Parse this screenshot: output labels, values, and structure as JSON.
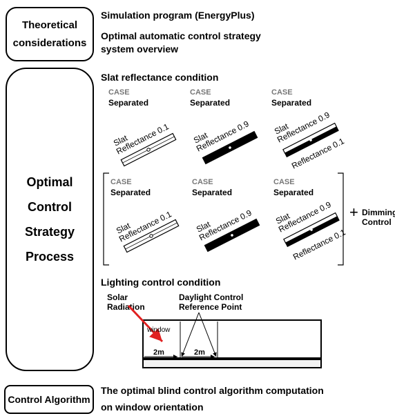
{
  "left_boxes": {
    "theoretical": [
      "Theoretical",
      "considerations"
    ],
    "optimal": [
      "Optimal",
      "Control",
      "Strategy",
      "Process"
    ],
    "control_algorithm": "Control Algorithm"
  },
  "theoretical_items": {
    "simulation": "Simulation program (EnergyPlus)",
    "overview_line1": "Optimal automatic control strategy",
    "overview_line2": "system overview"
  },
  "slat_section": {
    "title": "Slat reflectance condition",
    "case_label": "CASE",
    "case_value": "Separated",
    "slat_word": "Slat",
    "reflectance_01": "Reflectance 0.1",
    "reflectance_09": "Reflectance 0.9",
    "plus": "+",
    "dimming_line1": "Dimming",
    "dimming_line2": "Control"
  },
  "lighting_section": {
    "title": "Lighting control condition",
    "solar_line1": "Solar",
    "solar_line2": "Radiation",
    "daylight_line1": "Daylight Control",
    "daylight_line2": "Reference Point",
    "window": "window",
    "dist1": "2m",
    "dist2": "2m"
  },
  "algorithm": {
    "line1": "The optimal blind control algorithm computation",
    "line2": "on window orientation"
  },
  "colors": {
    "arrow": "#e02020",
    "line": "#000000",
    "floor": "#f2f2f2"
  }
}
